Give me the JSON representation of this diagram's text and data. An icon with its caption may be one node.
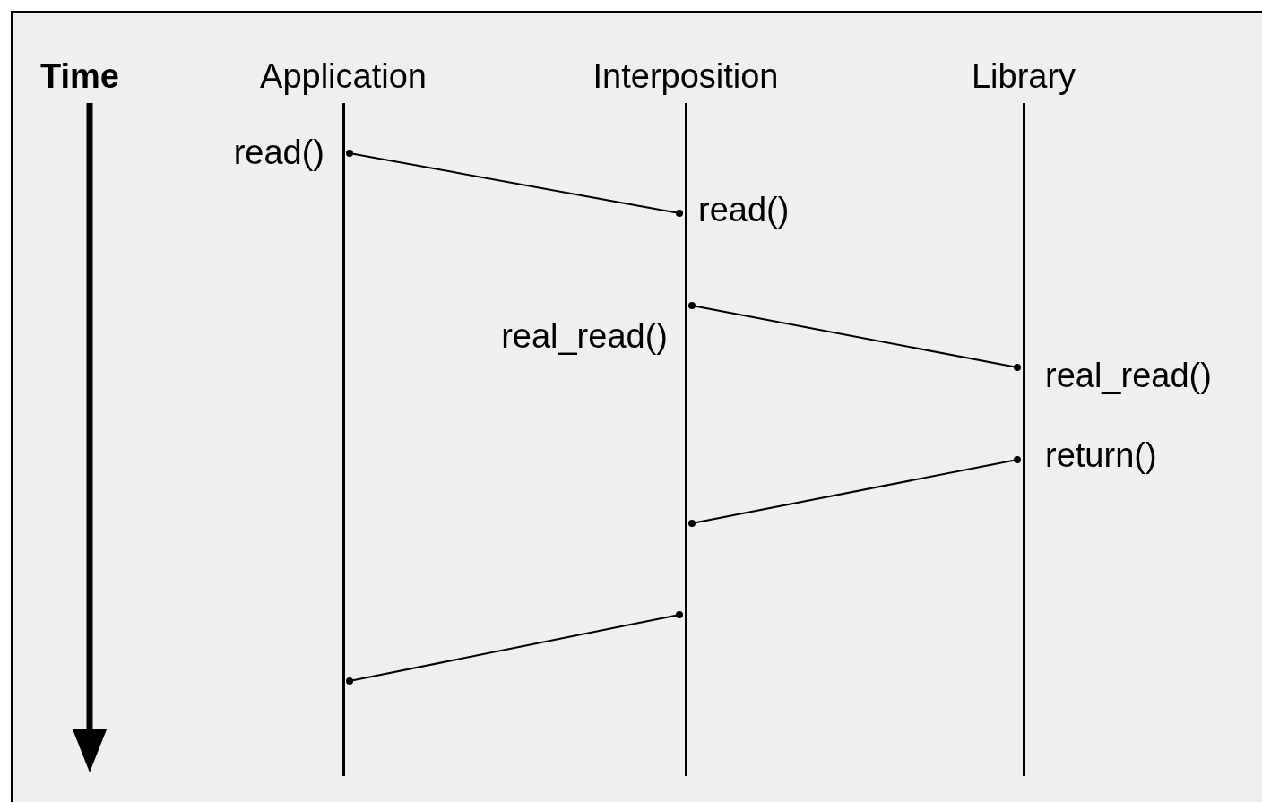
{
  "diagram": {
    "nodes": [
      {
        "text": [
          "Application"
        ]
      },
      {
        "text": [
          "Interposition"
        ]
      },
      {
        "text": [
          "Library"
        ]
      }
    ],
    "edges": [
      {
        "from": 0,
        "to": 1,
        "arrow": "other"
      },
      {
        "from": 1,
        "to": 2,
        "arrow": "other"
      },
      {
        "from": 2,
        "to": 1,
        "arrow": "other"
      },
      {
        "from": 1,
        "to": 0,
        "arrow": "other"
      }
    ],
    "labels": [
      "Time",
      "read()",
      "read()",
      "real_read()",
      "real_read()",
      "return()"
    ]
  }
}
